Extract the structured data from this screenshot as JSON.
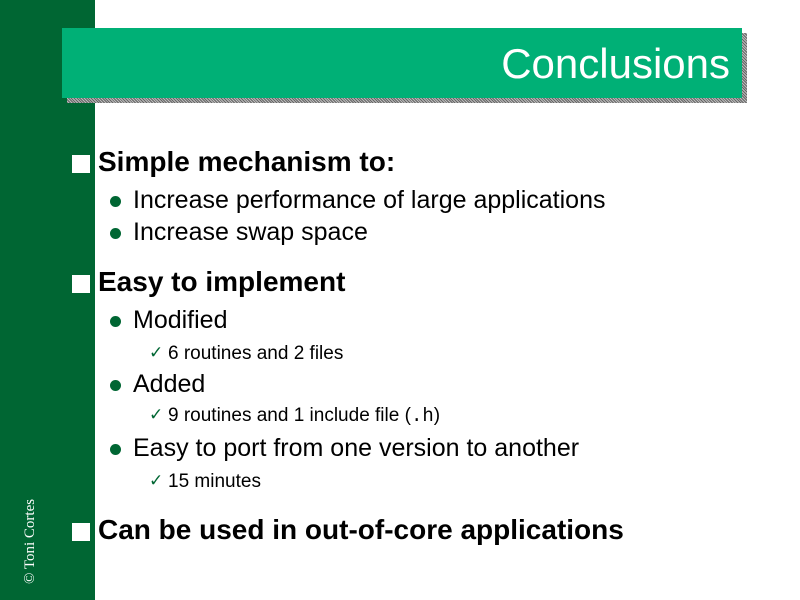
{
  "title": "Conclusions",
  "credit": "© Toni Cortes",
  "items": [
    {
      "text": "Simple mechanism to:",
      "children": [
        {
          "text": "Increase performance of large applications"
        },
        {
          "text": "Increase swap space"
        }
      ]
    },
    {
      "text": "Easy to implement",
      "children": [
        {
          "text": "Modified",
          "sub": "6 routines and 2 files"
        },
        {
          "text": "Added",
          "sub_pre": "9 routines and 1 include file (",
          "sub_code": ".h",
          "sub_post": ")"
        },
        {
          "text": "Easy to port from one version to another",
          "sub": "15 minutes"
        }
      ]
    },
    {
      "text": "Can be used in out-of-core applications"
    }
  ],
  "colors": {
    "sidebar": "#006633",
    "titlebar": "#00B076"
  }
}
